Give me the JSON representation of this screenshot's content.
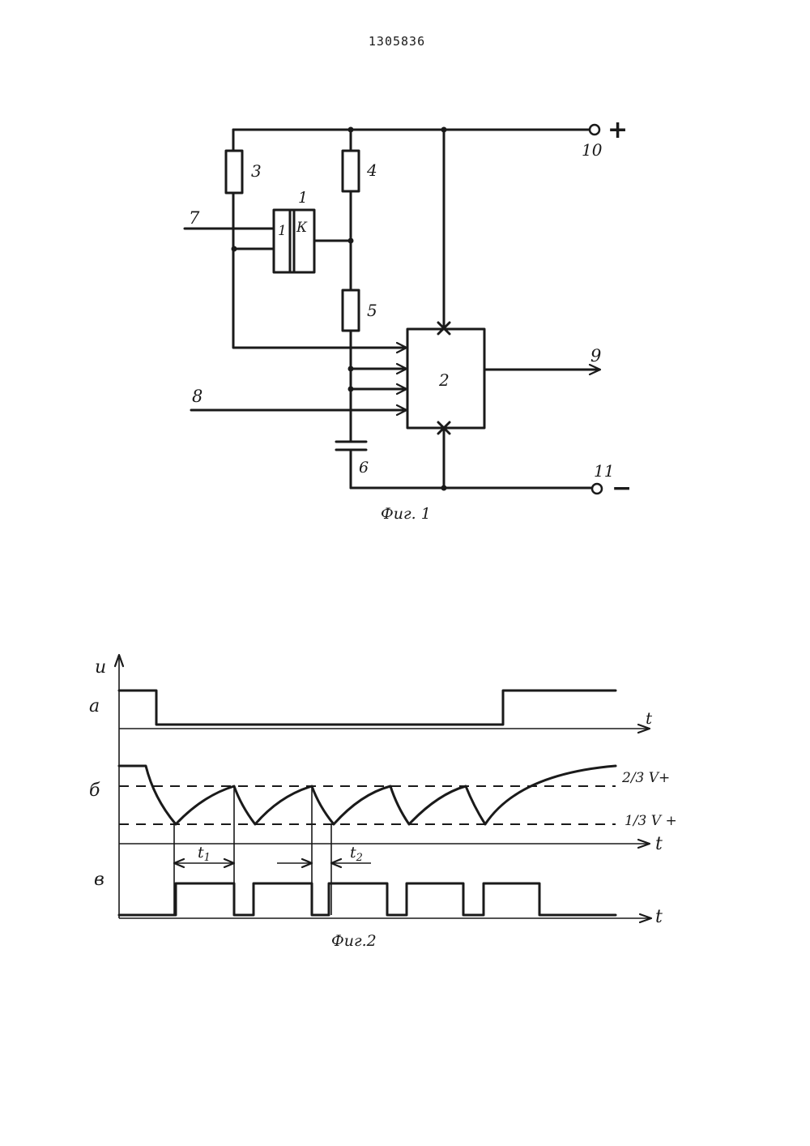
{
  "document": {
    "number": "1305836"
  },
  "fig1": {
    "caption": "Фиг. 1",
    "labels": {
      "n1": "1",
      "n2": "2",
      "n3": "3",
      "n4": "4",
      "n5": "5",
      "n6": "6",
      "n7": "7",
      "n8": "8",
      "n9": "9",
      "n10": "10",
      "n11": "11",
      "plus": "+",
      "minus": "−",
      "block_left": "1",
      "block_right": "К"
    }
  },
  "fig2": {
    "caption": "Фиг.2",
    "labels": {
      "u": "u",
      "a": "а",
      "b": "б",
      "v": "в",
      "t1": "t",
      "t2": "t",
      "t3": "t",
      "t1_span": "t",
      "t1_sub": "1",
      "t2_span": "t",
      "t2_sub": "2",
      "upper_level": "2/3 V+",
      "lower_level": "1/3 V +"
    }
  }
}
